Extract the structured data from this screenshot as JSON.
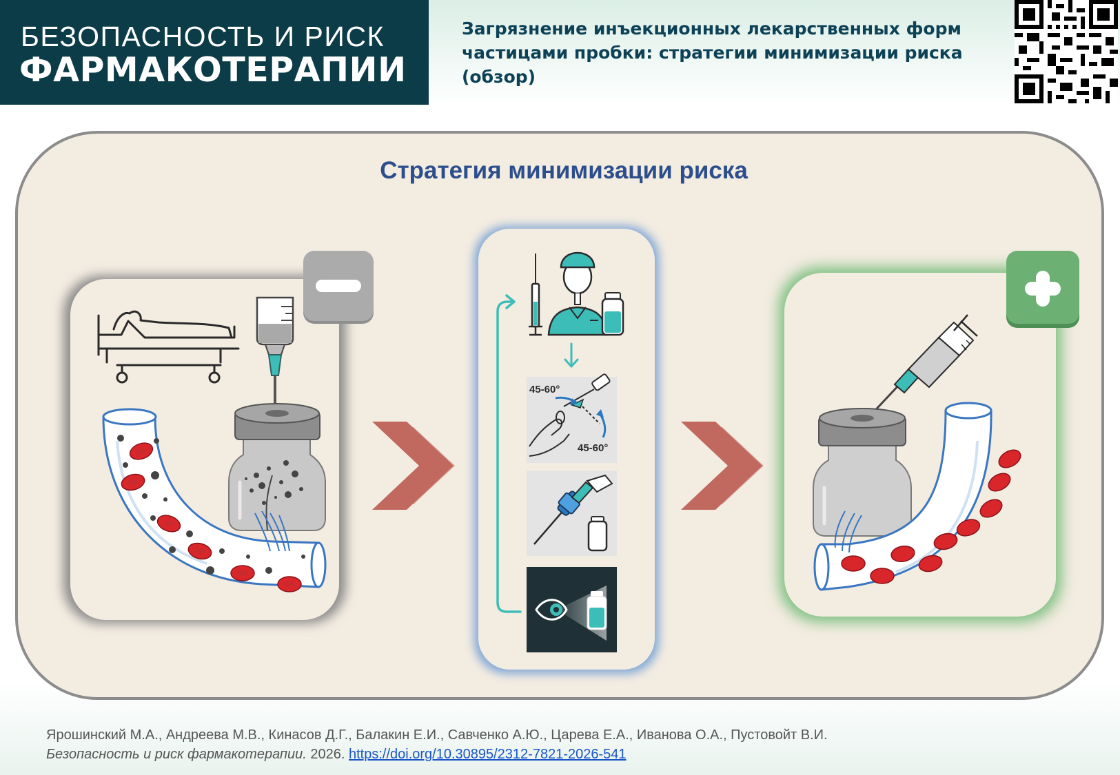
{
  "header": {
    "journal_line1": "БЕЗОПАСНОСТЬ И РИСК",
    "journal_line2": "ФАРМАКОТЕРАПИИ",
    "article_title": "Загрязнение инъекционных лекарственных форм частицами пробки: стратегии минимизации риска (обзор)",
    "qr_icon": "qr-code-icon"
  },
  "diagram": {
    "heading": "Стратегия минимизации риска",
    "negative_badge": "minus-icon",
    "positive_badge": "plus-icon",
    "angle_label_top": "45-60°",
    "angle_label_bottom": "45-60°"
  },
  "footer": {
    "authors": "Ярошинский М.А., Андреева М.В., Кинасов Д.Г., Балакин Е.И., Савченко А.Ю., Царева Е.А., Иванова О.А., Пустовойт В.И.",
    "journal_citation": "Безопасность и риск фармакотерапии.",
    "year": "2026.",
    "doi": "https://doi.org/10.30895/2312-7821-2026-541"
  },
  "colors": {
    "banner": "#0b3c47",
    "heading": "#2d4e8c",
    "teal": "#3dbdb8",
    "blood": "#d9262b",
    "negative_badge": "#a9a9a9",
    "positive_badge": "#6db073",
    "chevron": "#b5483f"
  }
}
